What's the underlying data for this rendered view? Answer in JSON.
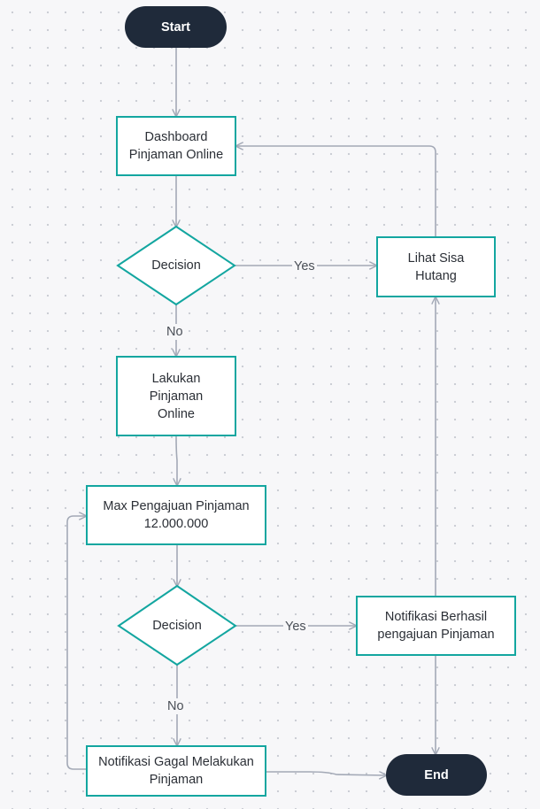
{
  "flowchart": {
    "start": "Start",
    "end": "End",
    "dashboard": "Dashboard Pinjaman Online",
    "decision1": "Decision",
    "lihat_sisa": "Lihat Sisa Hutang",
    "lakukan": "Lakukan Pinjaman Online",
    "max_pengajuan": "Max Pengajuan Pinjaman 12.000.000",
    "decision2": "Decision",
    "notif_berhasil": "Notifikasi Berhasil pengajuan Pinjaman",
    "notif_gagal": "Notifikasi Gagal Melakukan Pinjaman",
    "yes1": "Yes",
    "no1": "No",
    "yes2": "Yes",
    "no2": "No"
  },
  "colors": {
    "box_border": "#13a6a0",
    "terminal_fill": "#1f2a3a",
    "connector": "#a3a9b6"
  }
}
